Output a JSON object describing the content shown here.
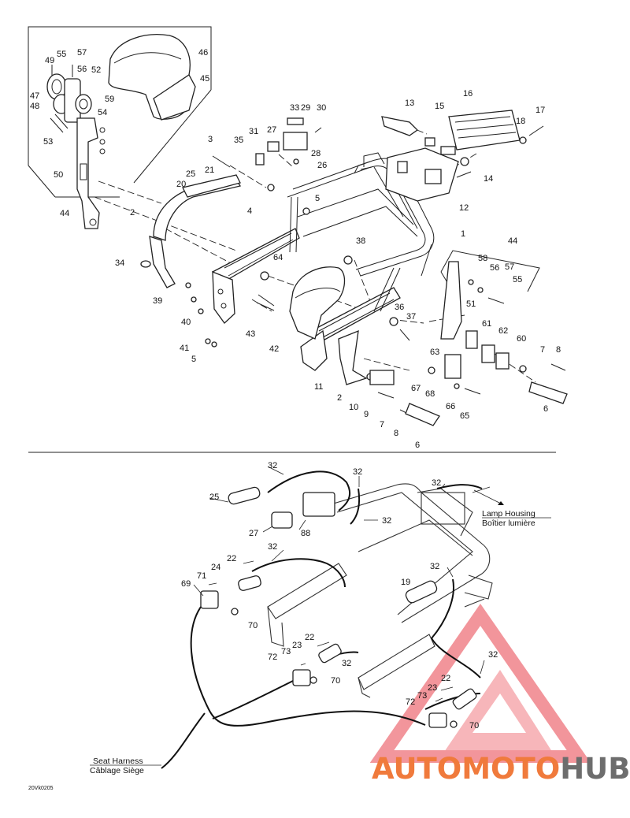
{
  "labels": {
    "top": [
      "55",
      "57",
      "49",
      "56",
      "52",
      "46",
      "45",
      "47",
      "48",
      "59",
      "54",
      "53",
      "50",
      "44",
      "33",
      "29",
      "30",
      "31",
      "27",
      "28",
      "13",
      "15",
      "16",
      "18",
      "17",
      "3",
      "35",
      "21",
      "25",
      "20",
      "26",
      "5",
      "4",
      "2",
      "14",
      "12",
      "1",
      "38",
      "64",
      "34",
      "39",
      "40",
      "41",
      "5",
      "43",
      "42",
      "11",
      "2",
      "10",
      "9",
      "7",
      "8",
      "6",
      "58",
      "56",
      "57",
      "55",
      "44",
      "51",
      "61",
      "62",
      "60",
      "7",
      "8",
      "6",
      "36",
      "37",
      "63",
      "67",
      "68",
      "66",
      "65"
    ],
    "bottom": [
      "32",
      "32",
      "25",
      "32",
      "27",
      "88",
      "32",
      "22",
      "24",
      "32",
      "71",
      "69",
      "70",
      "19",
      "22",
      "23",
      "72",
      "73",
      "32",
      "70",
      "32",
      "22",
      "23",
      "73",
      "72",
      "70"
    ]
  },
  "captions": {
    "lamp_en": "Lamp Housing",
    "lamp_fr": "Boîtier lumière",
    "seat_en": "Seat Harness",
    "seat_fr": "Câblage Siège"
  },
  "code": "20Vk0205",
  "watermark": {
    "auto": "AUTO",
    "moto": "MOTO",
    "hub": "HUB",
    "accent_color": "#f07a3c",
    "dark_color": "#6d6d6d",
    "triangle_color": "#e8404a"
  }
}
